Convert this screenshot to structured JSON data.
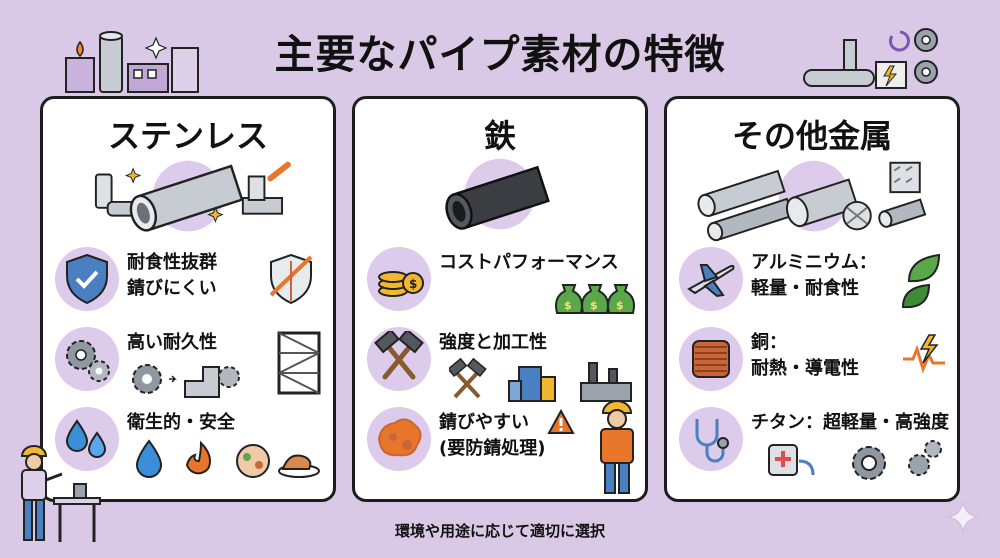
{
  "title": "主要なパイプ素材の特徴",
  "footer": "環境や用途に応じて適切に選択",
  "panels": [
    {
      "title": "ステンレス",
      "rows": [
        {
          "line1": "耐食性抜群",
          "line2": "錆びにくい"
        },
        {
          "line1": "高い耐久性",
          "line2": ""
        },
        {
          "line1": "衛生的・安全",
          "line2": ""
        }
      ]
    },
    {
      "title": "鉄",
      "rows": [
        {
          "line1": "コストパフォーマンス",
          "line2": ""
        },
        {
          "line1": "強度と加工性",
          "line2": ""
        },
        {
          "line1": "錆びやすい",
          "line2": "(要防錆処理)"
        }
      ]
    },
    {
      "title": "その他金属",
      "rows": [
        {
          "line1": "アルミニウム：",
          "line2": "軽量・耐食性"
        },
        {
          "line1": "銅：",
          "line2": "耐熱・導電性"
        },
        {
          "line1": "チタン：超軽量・高強度",
          "line2": ""
        }
      ]
    }
  ],
  "colors": {
    "background": "#d9c9e6",
    "icon_circle": "#dccbeb",
    "steel": "#b8bdc4",
    "iron": "#3a3d42",
    "gold": "#f2b731",
    "rust": "#e8762a",
    "shield": "#4a7fc1",
    "water": "#3b8fd9",
    "copper": "#c8663a"
  }
}
